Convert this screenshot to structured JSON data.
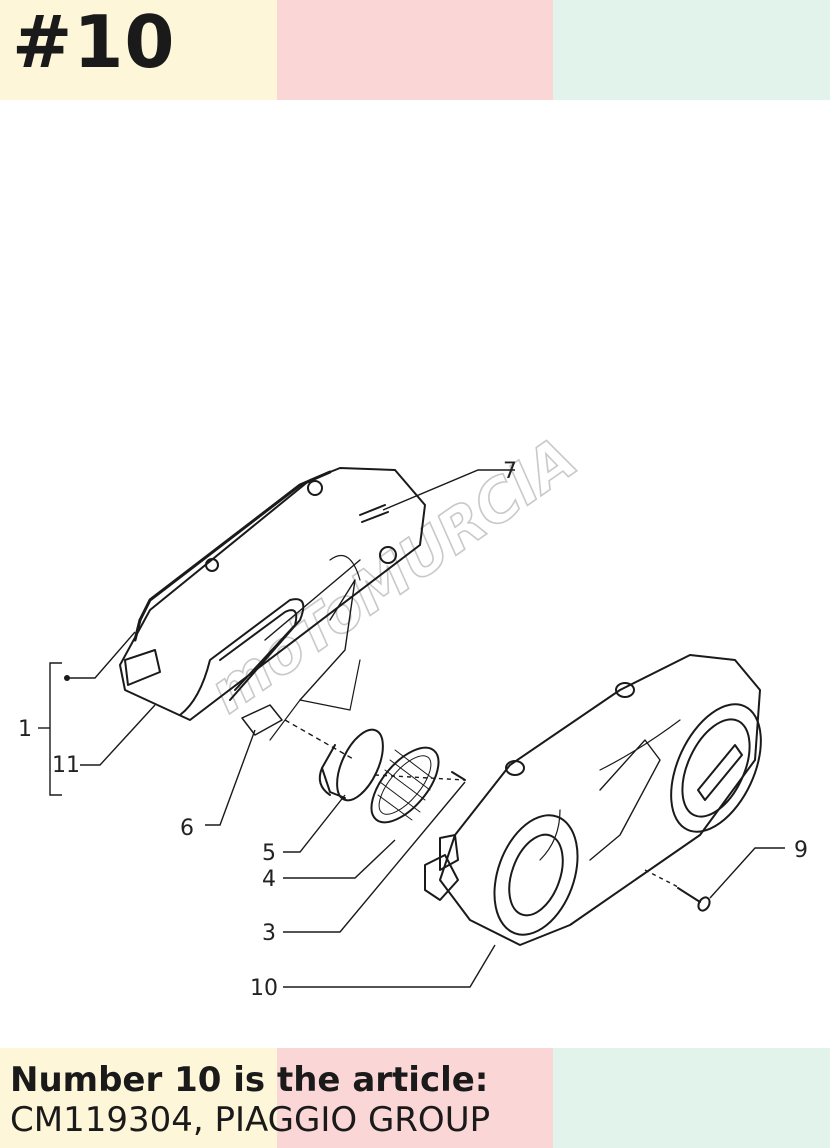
{
  "header": {
    "title": "#10"
  },
  "watermark": "moToMURCIA",
  "callouts": {
    "c1": "1",
    "c3": "3",
    "c4": "4",
    "c5": "5",
    "c6": "6",
    "c7": "7",
    "c9": "9",
    "c10": "10",
    "c11": "11"
  },
  "footer": {
    "line1": "Number 10 is the article:",
    "line2": "CM119304, PIAGGIO GROUP"
  },
  "colors": {
    "band_yellow": "#fef6d9",
    "band_pink": "#fbd6d6",
    "band_green": "#e2f3ec"
  }
}
